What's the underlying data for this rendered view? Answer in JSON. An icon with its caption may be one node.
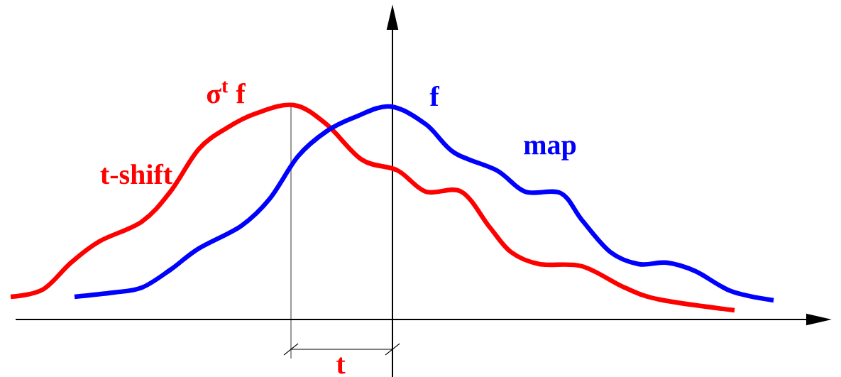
{
  "diagram": {
    "labels": [
      "σ$^{t}$ f",
      "f",
      "map",
      "t-shift",
      "t"
    ]
  }
}
